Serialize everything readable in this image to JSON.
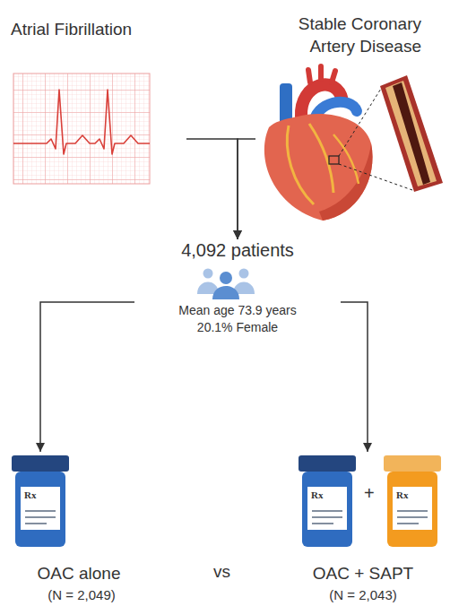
{
  "diagram": {
    "nodes": [
      {
        "text": [
          "Atrial Fibrillation"
        ]
      },
      {
        "text": [
          "Stable Coronary Artery Disease"
        ]
      },
      {
        "text": [
          "4,092 patients",
          "Mean age 73.9 years 20.1% Female"
        ]
      },
      {
        "text": [
          "OAC alone",
          "(N = 2,049)"
        ]
      },
      {
        "text": [
          "OAC + SAPT",
          "(N = 2,043)"
        ]
      }
    ],
    "edges": [
      {
        "from": 0,
        "to": 2,
        "arrow": "to"
      },
      {
        "from": 1,
        "to": 2,
        "arrow": "to"
      },
      {
        "from": 2,
        "to": 3,
        "arrow": "to"
      },
      {
        "from": 2,
        "to": 4,
        "arrow": "to"
      }
    ],
    "labels": [
      "vs",
      "+",
      "Rx",
      "Rx",
      "Rx"
    ]
  }
}
